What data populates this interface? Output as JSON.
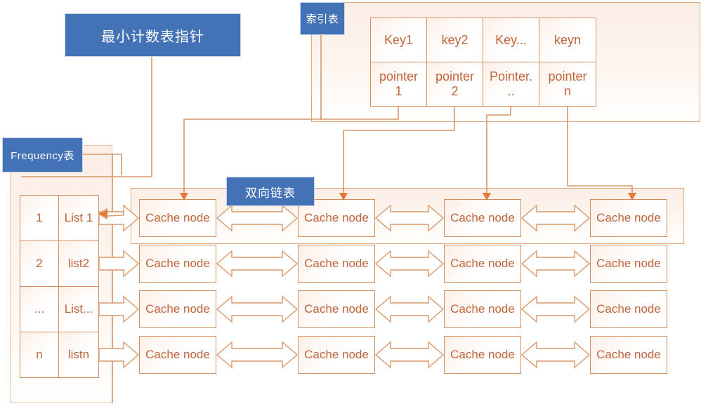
{
  "diagram": {
    "title_labels": {
      "min_count_pointer": "最小计数表指针",
      "index_table": "索引表",
      "frequency_table": "Frequency表",
      "doubly_linked_list": "双向链表"
    },
    "colors": {
      "label_blue": "#4472b6",
      "outline_orange": "#d28e5e",
      "text_orange": "#c0643a",
      "container_fill": "#fbeee6",
      "arrow_fill": "#ffffff"
    },
    "index_table": {
      "keys": [
        "Key1",
        "key2",
        "Key...",
        "keyn"
      ],
      "pointers": [
        {
          "line1": "pointer",
          "line2": "1"
        },
        {
          "line1": "pointer",
          "line2": "2"
        },
        {
          "line1": "Pointer.",
          "line2": ".."
        },
        {
          "line1": "pointer",
          "line2": "n"
        }
      ]
    },
    "frequency_table": {
      "rows": [
        {
          "freq": "1",
          "list": "List 1"
        },
        {
          "freq": "2",
          "list": "list2"
        },
        {
          "freq": "...",
          "list": "List..."
        },
        {
          "freq": "n",
          "list": "listn"
        }
      ]
    },
    "linked_lists": {
      "node_label": "Cache node",
      "rows": [
        {
          "nodes": [
            "Cache node",
            "Cache node",
            "Cache node",
            "Cache node"
          ]
        },
        {
          "nodes": [
            "Cache node",
            "Cache node",
            "Cache node",
            "Cache node"
          ]
        },
        {
          "nodes": [
            "Cache node",
            "Cache node",
            "Cache node",
            "Cache node"
          ]
        },
        {
          "nodes": [
            "Cache node",
            "Cache node",
            "Cache node",
            "Cache node"
          ]
        }
      ]
    }
  }
}
